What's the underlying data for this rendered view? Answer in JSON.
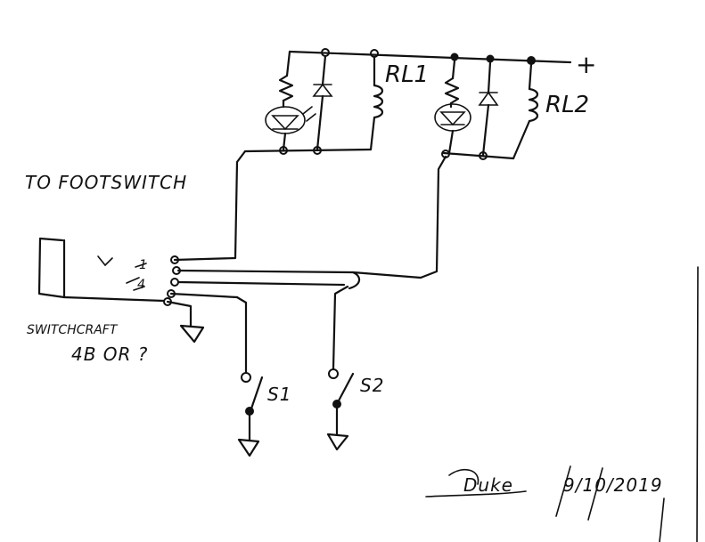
{
  "labels": {
    "relay1": "RL1",
    "relay2": "RL2",
    "plus": "+",
    "to_footswitch": "TO FOOTSWITCH",
    "switchcraft_line1": "SWITCHCRAFT",
    "switchcraft_line2": "4B OR ?",
    "s1": "S1",
    "s2": "S2",
    "pin1": "1",
    "pin4": "4",
    "signature": "Duke",
    "date": "9/10/2019"
  }
}
